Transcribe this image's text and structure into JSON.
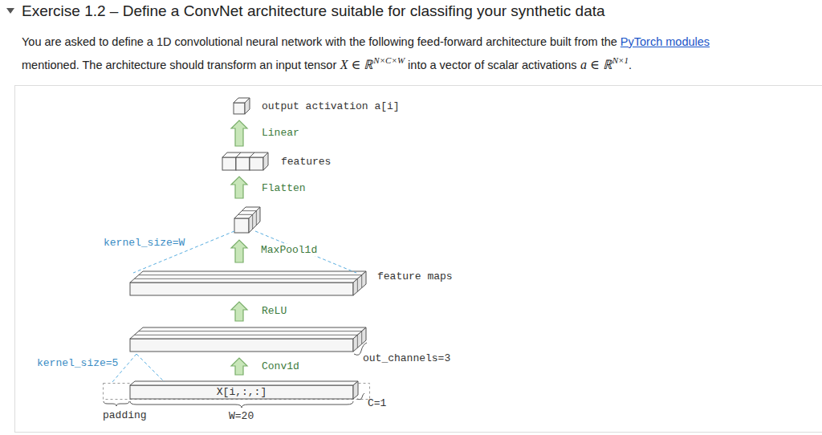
{
  "diagram": {
    "title": "Exercise 1.2 – Define a ConvNet architecture suitable for classifing your synthetic data",
    "nodes": [
      {
        "text": [
          "output activation a[i]"
        ]
      },
      {
        "text": [
          "features"
        ]
      },
      {
        "text": [
          "feature maps"
        ]
      },
      {
        "text": [
          "out_channels=3"
        ]
      },
      {
        "text": [
          "X[i,:,:]"
        ]
      }
    ],
    "edges": [
      {
        "from": 1,
        "to": 0,
        "arrow": "to",
        "label": "Linear"
      },
      {
        "from": 3,
        "to": 2,
        "arrow": "to",
        "label": "ReLU"
      },
      {
        "from": 4,
        "to": 3,
        "arrow": "to",
        "label": "Conv1d"
      }
    ],
    "labels": [
      "You are asked to define a 1D convolutional neural network with the following feed-forward architecture built from the",
      "PyTorch modules",
      "mentioned. The architecture should transform an input tensor",
      "X ∈ ℝ",
      "N×C×W",
      "into a vector of scalar activations",
      "a ∈ ℝ",
      "N×1",
      ".",
      "Flatten",
      "MaxPool1d",
      "kernel_size=W",
      "kernel_size=5",
      "padding",
      "W=20",
      "C=1"
    ]
  }
}
